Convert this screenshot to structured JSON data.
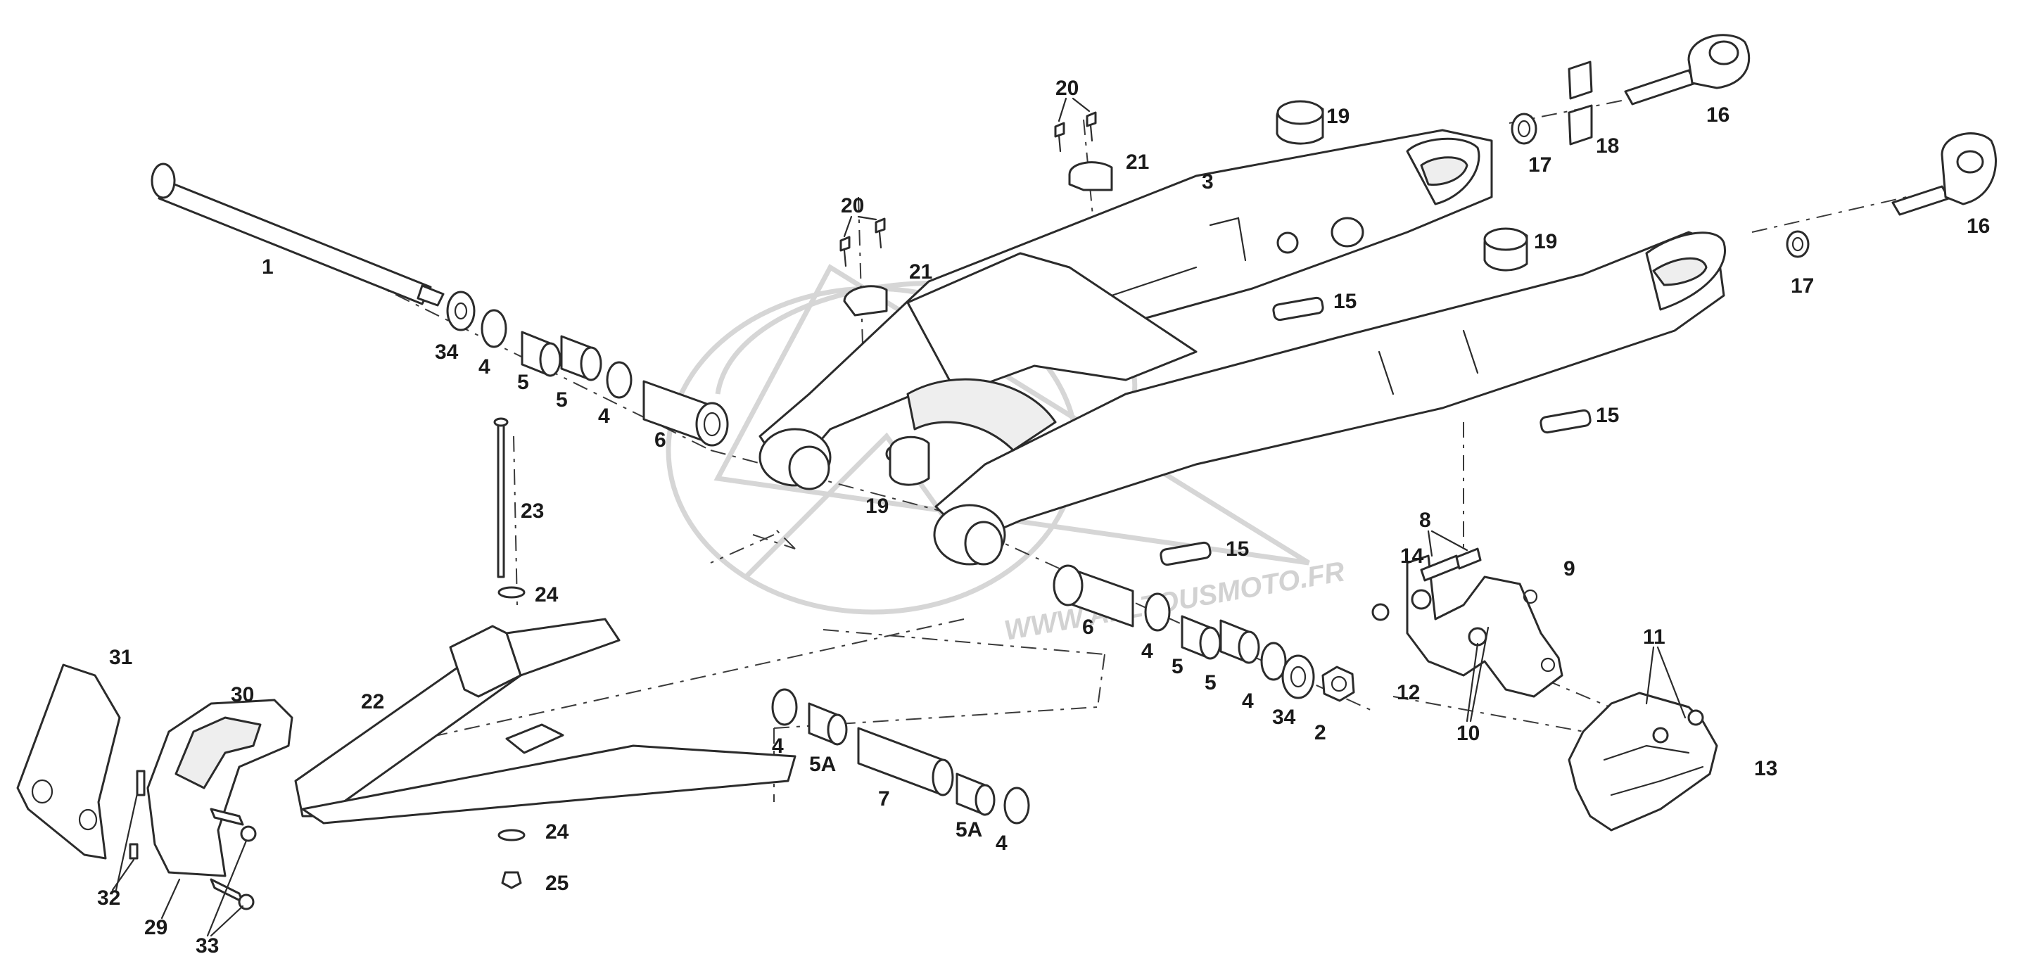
{
  "watermark": {
    "text": "WWW.ALLTOUSMOTO.FR",
    "logo": "motorbike-brand-watermark"
  },
  "labels": {
    "l1": "1",
    "l2": "2",
    "l3": "3",
    "l4": "4",
    "l5": "5",
    "l5a": "5A",
    "l6": "6",
    "l7": "7",
    "l8": "8",
    "l9": "9",
    "l10": "10",
    "l11": "11",
    "l12": "12",
    "l13": "13",
    "l14": "14",
    "l15": "15",
    "l16": "16",
    "l17": "17",
    "l18": "18",
    "l19": "19",
    "l20": "20",
    "l21": "21",
    "l22": "22",
    "l23": "23",
    "l24": "24",
    "l25": "25",
    "l29": "29",
    "l30": "30",
    "l31": "31",
    "l32": "32",
    "l33": "33",
    "l34": "34"
  }
}
